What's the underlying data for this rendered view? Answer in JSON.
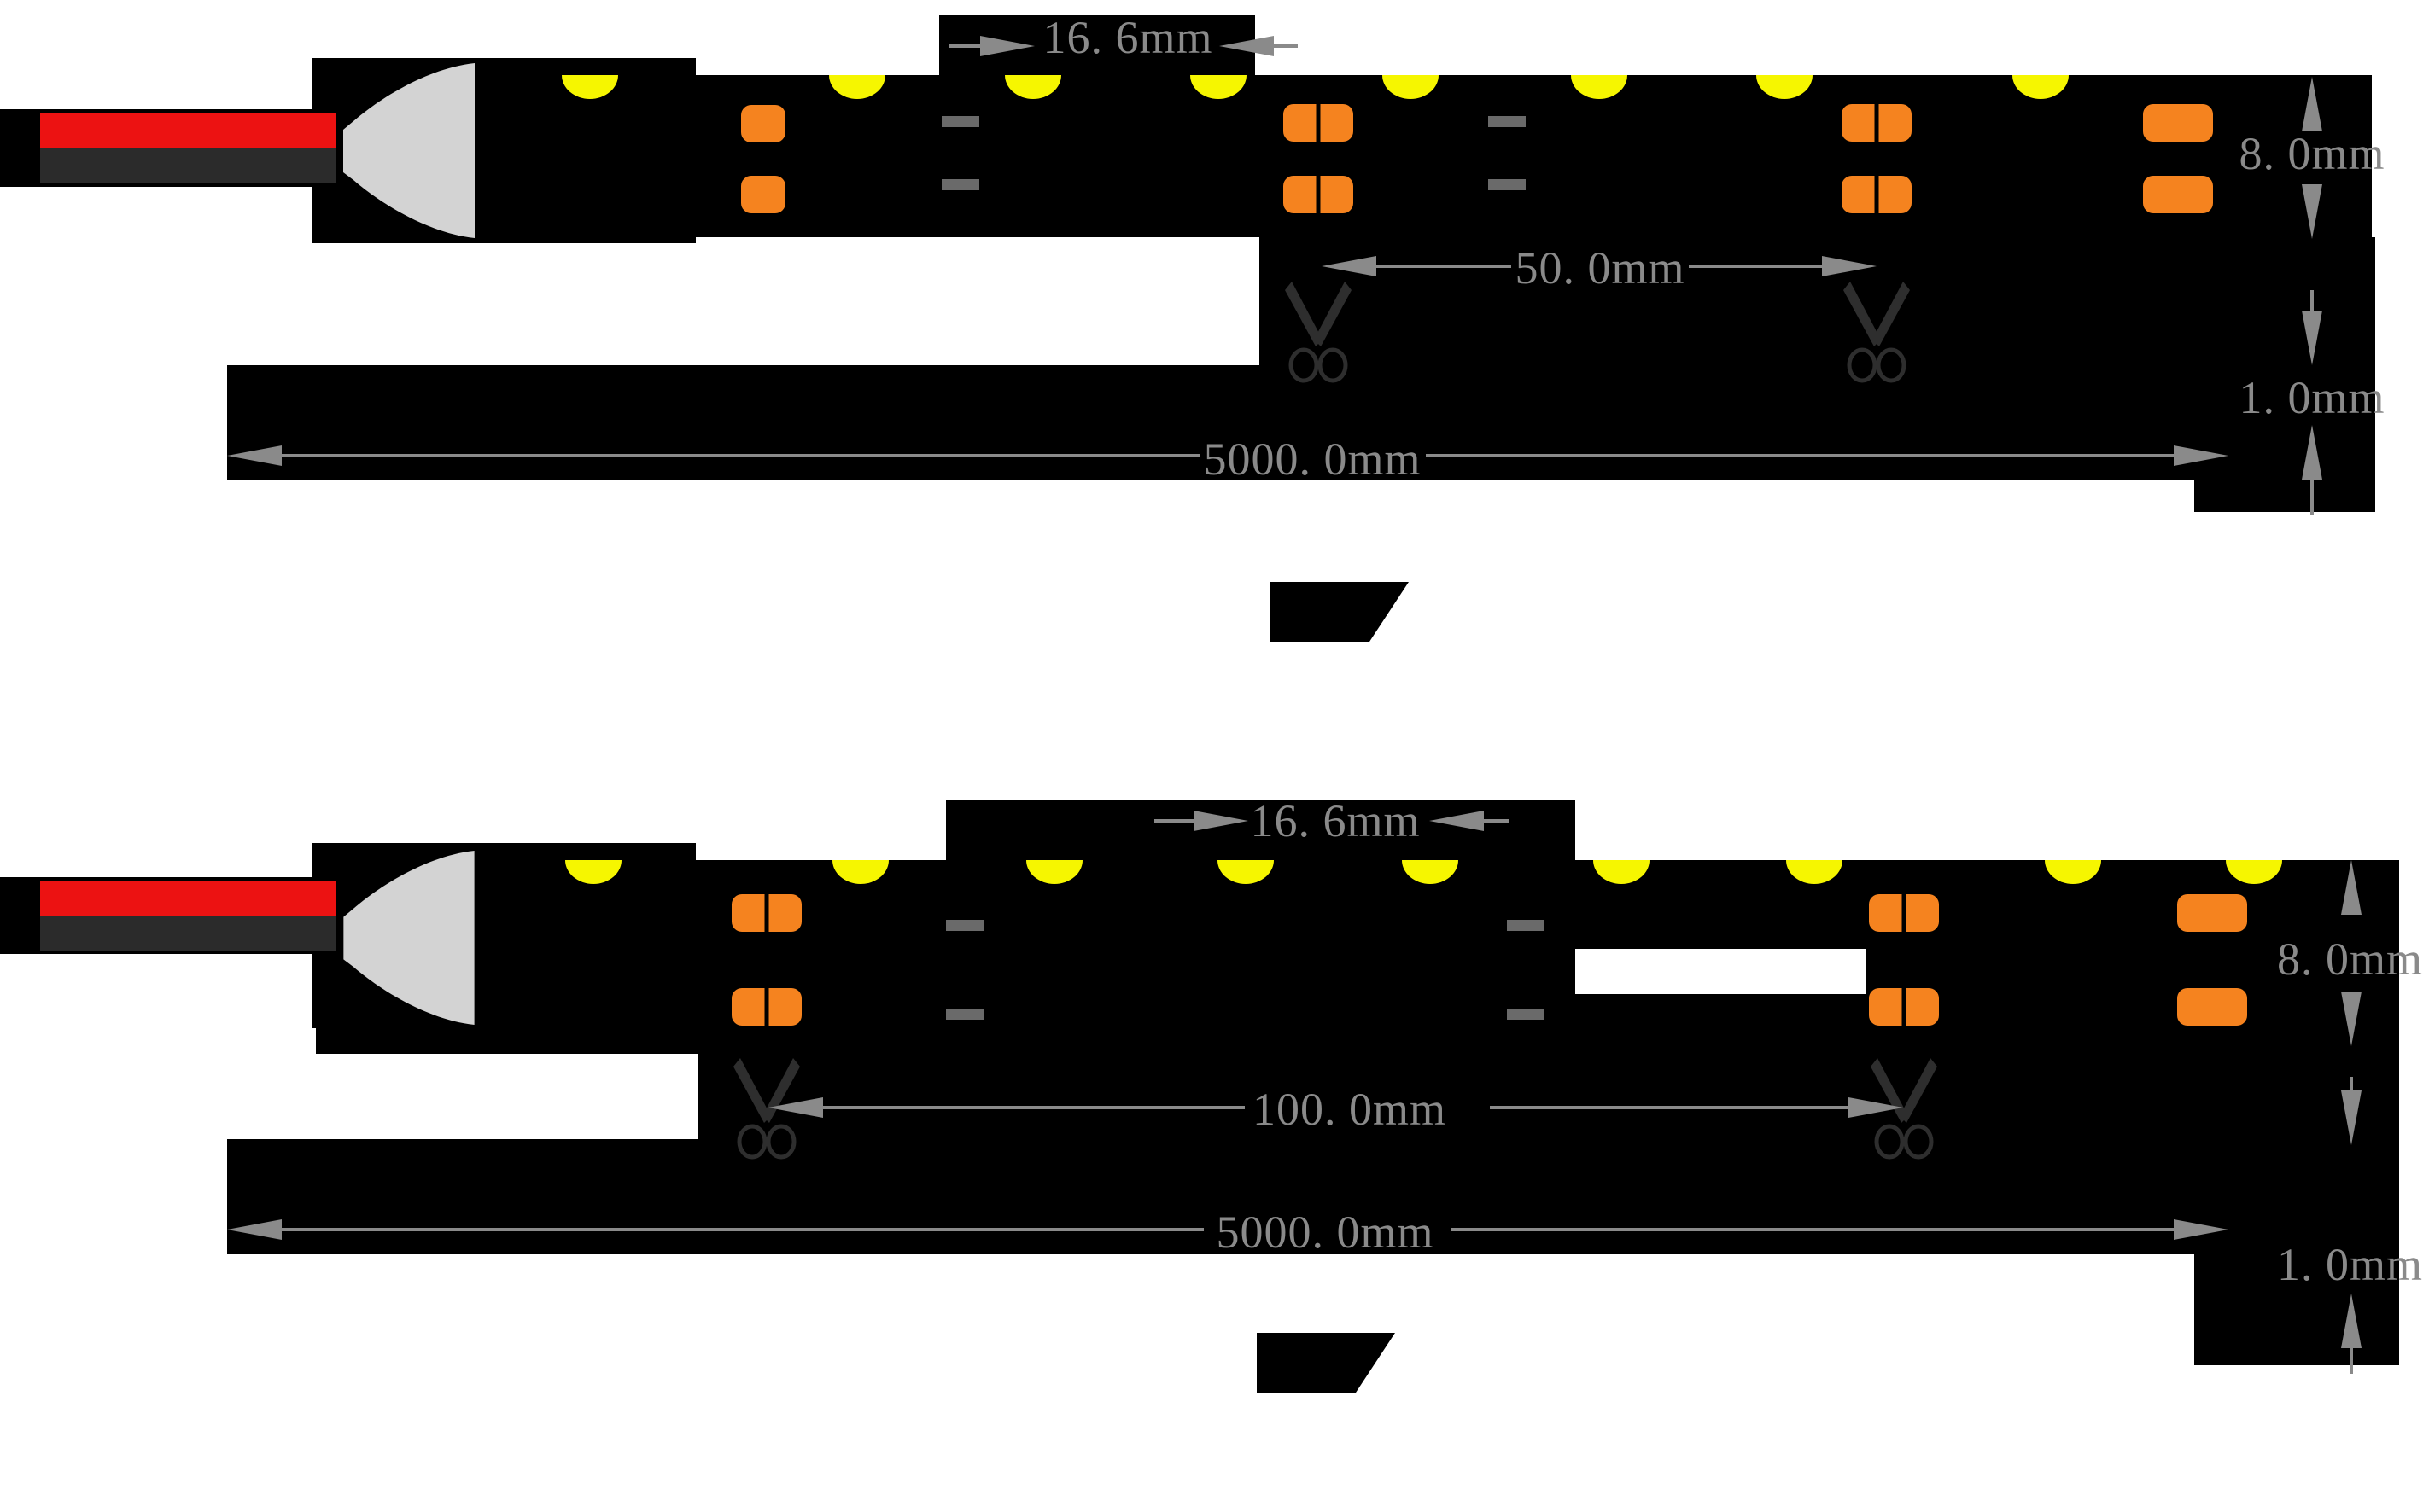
{
  "colors": {
    "background": "#ffffff",
    "strip_black": "#000000",
    "led_yellow": "#f6f600",
    "pad_orange": "#f5831f",
    "wire_red": "#ec1212",
    "wire_black": "#2b2b2b",
    "end_cap_gray": "#d3d3d3",
    "dimension_gray": "#8a8a8a",
    "resistor_mark_gray": "#6a6a6a",
    "scissors_dark": "#2e2e2e"
  },
  "icons": {
    "scissors": "scissors-icon",
    "end_cap": "connector-end-cap",
    "mark": "black-wedge-mark"
  },
  "diagrams": [
    {
      "id": "top-strip",
      "pitch_label": "16. 6mm",
      "cut_length_label": "50. 0mm",
      "width_label": "8. 0mm",
      "thickness_label": "1. 0mm",
      "total_length_label": "5000. 0mm",
      "led_count": 8,
      "cut_point_count": 2,
      "connector": "red-black-wire-with-gray-end-cap",
      "mark_icon": "black-wedge-mark"
    },
    {
      "id": "bottom-strip",
      "pitch_label": "16. 6mm",
      "cut_length_label": "100. 0mm",
      "width_label": "8. 0mm",
      "thickness_label": "1. 0mm",
      "total_length_label": "5000. 0mm",
      "led_count": 9,
      "cut_point_count": 2,
      "connector": "red-black-wire-with-gray-end-cap",
      "mark_icon": "black-wedge-mark"
    }
  ]
}
